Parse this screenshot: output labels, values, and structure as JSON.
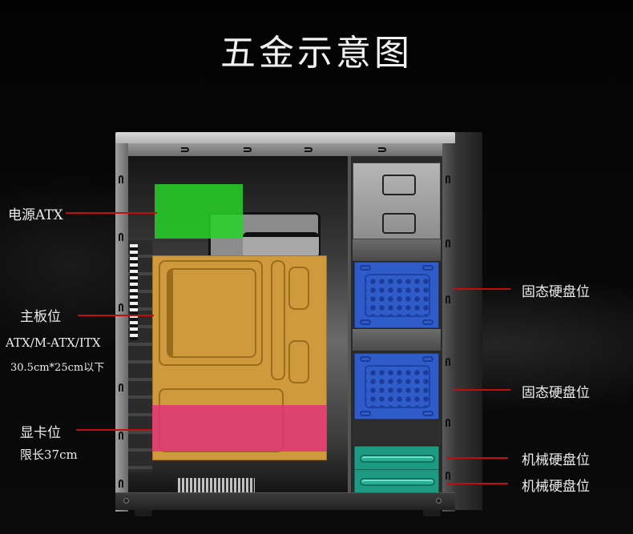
{
  "title": "五金示意图",
  "colors": {
    "background": "#000000",
    "leader_line": "#c40d0d",
    "psu_zone": "#28d228",
    "motherboard_zone": "#cf9a3c",
    "gpu_zone": "#e13278",
    "ssd_tray": "#2f5cc9",
    "hdd_tray": "#1f9a82"
  },
  "labels": {
    "psu": {
      "name": "电源ATX"
    },
    "motherboard": {
      "name": "主板位",
      "formats": "ATX/M-ATX/ITX",
      "size": "30.5cm*25cm以下"
    },
    "gpu": {
      "name": "显卡位",
      "limit": "限长37cm"
    },
    "ssd_1": {
      "name": "固态硬盘位"
    },
    "ssd_2": {
      "name": "固态硬盘位"
    },
    "hdd_1": {
      "name": "机械硬盘位"
    },
    "hdd_2": {
      "name": "机械硬盘位"
    }
  }
}
